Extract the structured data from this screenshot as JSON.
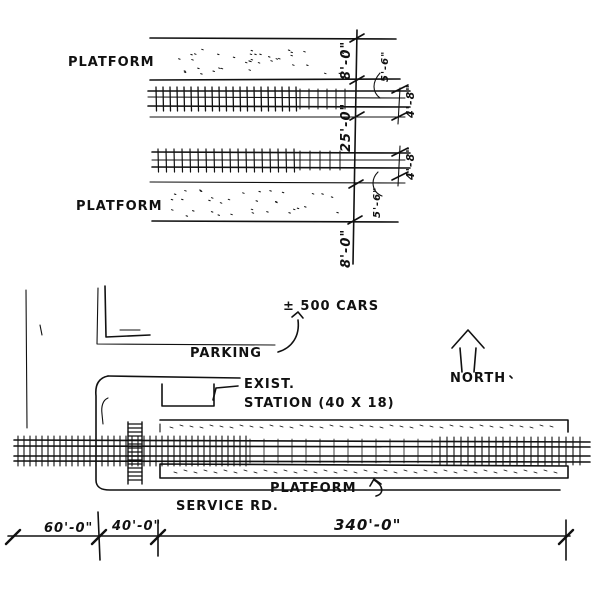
{
  "section": {
    "platform_top_label": "PLATFORM",
    "platform_bottom_label": "PLATFORM",
    "dims": {
      "platform_top_width": "8'-0\"",
      "track_offset_top": "5'-6\"",
      "track_top": "4'-8\"",
      "between_tracks": "25'-0\"",
      "track_bottom": "4'-8\"",
      "track_offset_bottom": "5'-6\"",
      "platform_bottom_width": "8'-0\""
    }
  },
  "plan": {
    "parking_label": "PARKING",
    "cars_label": "± 500 CARS",
    "north_label": "NORTH",
    "station_label_line1": "EXIST.",
    "station_label_line2": "STATION (40 X 18)",
    "platform_label": "PLATFORM",
    "service_road_label": "SERVICE RD.",
    "dims": {
      "left_offset": "60'-0\"",
      "station_width": "40'-0\"",
      "platform_length": "340'-0\""
    }
  }
}
